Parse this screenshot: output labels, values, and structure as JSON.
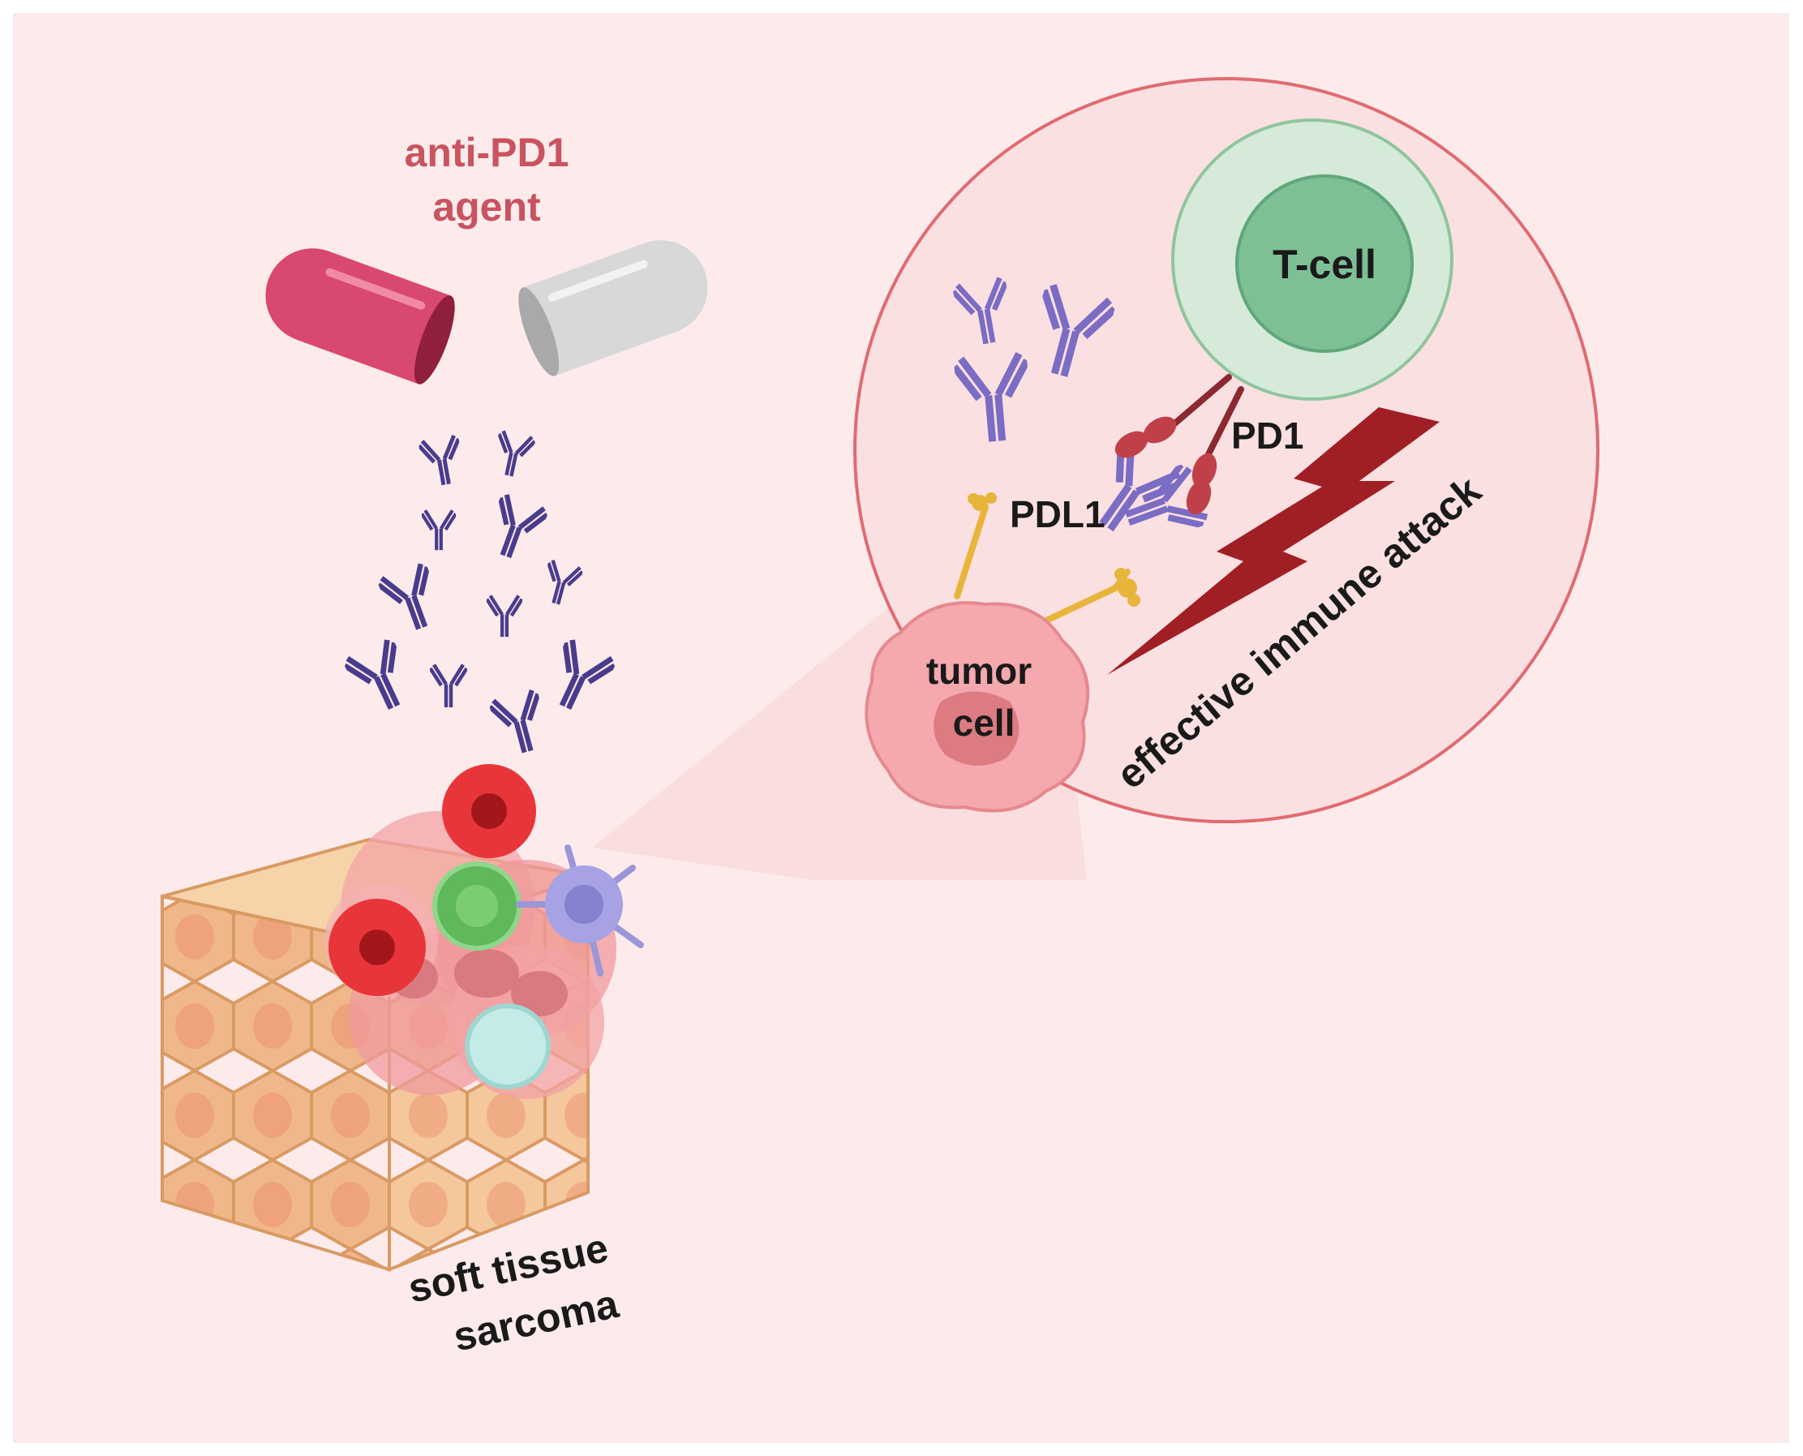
{
  "colors": {
    "panel_bg": "#fdebec",
    "zoom_circle": "#fbe0e2",
    "zoom_border": "#e06b70",
    "drug_label": "#c9535e",
    "capsule_pink": "#d9486e",
    "capsule_grey": "#d8d8d8",
    "antibody": "#4a3c8c",
    "antibody_light": "#7b6cc4",
    "tcell_outer": "#d5ead8",
    "tcell_inner": "#7fbf96",
    "pd1": "#b03b43",
    "pdl1": "#e8b53c",
    "tumor": "#f5a8ad",
    "bolt": "#a01f24",
    "tissue": "#f2c391",
    "tissue_cell": "#eea37c"
  },
  "labels": {
    "drug_line1": "anti-PD1",
    "drug_line2": "agent",
    "tcell": "T-cell",
    "pd1": "PD1",
    "pdl1": "PDL1",
    "tumor_line1": "tumor",
    "tumor_line2": "cell",
    "attack": "effective immune attack",
    "tissue_line1": "soft tissue",
    "tissue_line2": "sarcoma"
  },
  "icons": [
    "capsule-icon",
    "antibody-icon",
    "t-cell-icon",
    "tumor-cell-icon",
    "lightning-bolt-icon",
    "tissue-block-icon"
  ]
}
